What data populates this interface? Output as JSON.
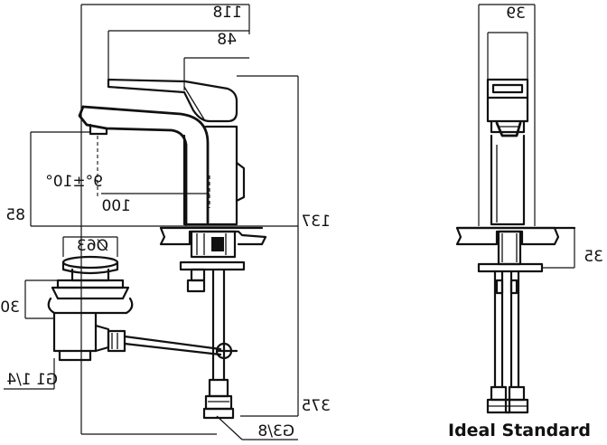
{
  "labels": {
    "d118": "118",
    "d48": "48",
    "d39": "39",
    "d9": "9°±10°",
    "d100": "100",
    "d85": "85",
    "d137": "137",
    "d35": "35",
    "d063": "Ø63",
    "d30": "30",
    "dG114": "G1 1/4",
    "d375": "375",
    "dG38": "G3/8"
  },
  "brand": "Ideal Standard",
  "flipped_labels": [
    "d118",
    "d48",
    "d39",
    "d9",
    "d100",
    "d85",
    "d137",
    "d35",
    "d063",
    "d30",
    "dG114",
    "d375",
    "dG38"
  ]
}
